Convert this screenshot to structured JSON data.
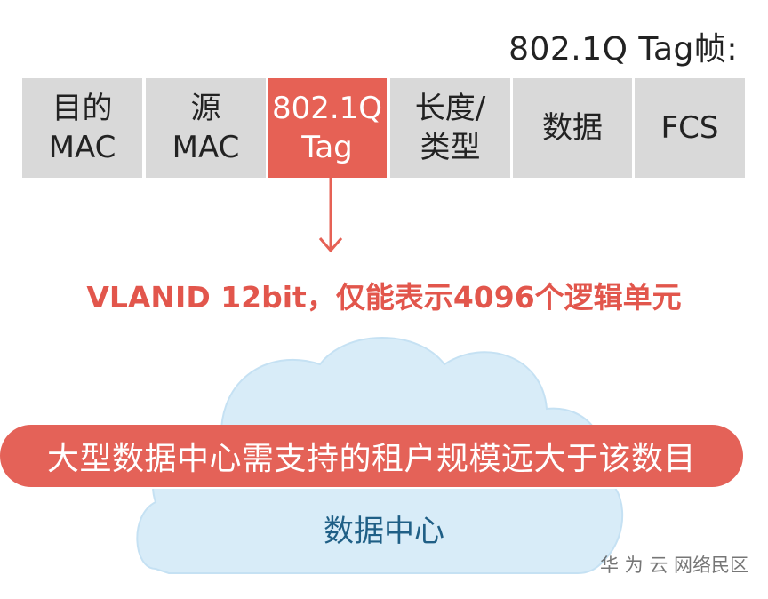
{
  "title": "802.1Q Tag帧:",
  "frame_fields": [
    {
      "label": "目的\nMAC",
      "highlight": false
    },
    {
      "label": "源\nMAC",
      "highlight": false
    },
    {
      "label": "802.1Q\nTag",
      "highlight": true
    },
    {
      "label": "长度/\n类型",
      "highlight": false
    },
    {
      "label": "数据",
      "highlight": false
    },
    {
      "label": "FCS",
      "highlight": false
    }
  ],
  "vlan_note": "VLANID 12bit，仅能表示4096个逻辑单元",
  "banner": "大型数据中心需支持的租户规模远大于该数目",
  "cloud_label": "数据中心",
  "watermark": "华 为 云 网络民区",
  "colors": {
    "field_bg": "#d9d9d9",
    "highlight": "#e66155",
    "note": "#e2564c",
    "cloud": "#d8ecf8",
    "cloud_text": "#1f5f86"
  }
}
